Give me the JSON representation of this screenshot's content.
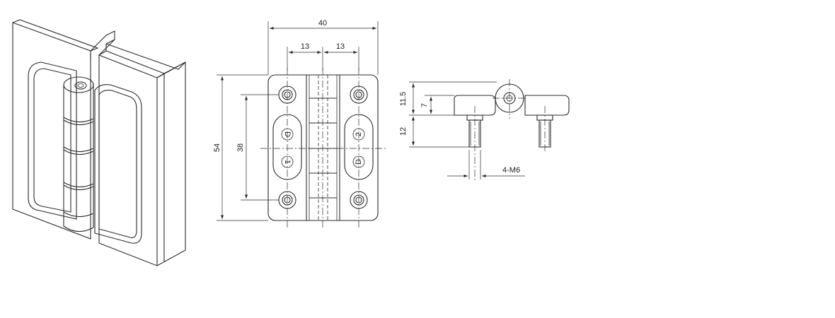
{
  "dimensions": {
    "overall_width": "40",
    "half_pitch_left": "13",
    "half_pitch_right": "13",
    "overall_height": "54",
    "hole_spacing": "38",
    "side_height": "11.5",
    "side_plate": "7",
    "side_stud": "12",
    "thread": "4-M6"
  },
  "markings": {
    "left_top": "D",
    "left_bottom": "1",
    "right_top": "2",
    "right_bottom": "D"
  }
}
